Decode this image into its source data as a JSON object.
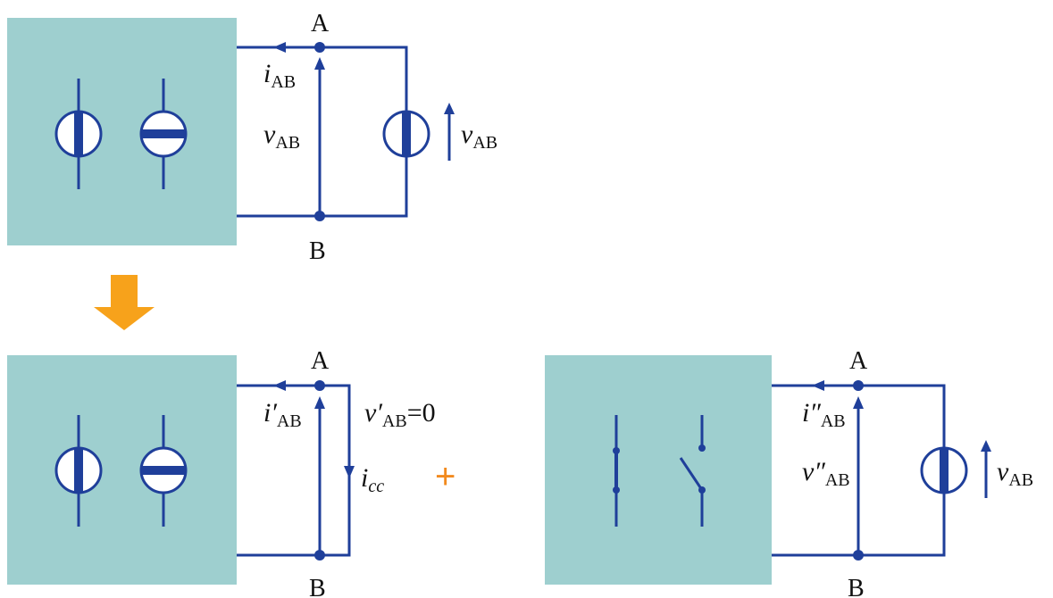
{
  "colors": {
    "box": "#9ecfcf",
    "wire": "#1f3f9a",
    "arrow_transform": "#f7a21b",
    "plus": "#f28a1e"
  },
  "top_circuit": {
    "node_a": "A",
    "node_b": "B",
    "current": {
      "var": "i",
      "sub": "AB"
    },
    "voltage": {
      "var": "v",
      "sub": "AB"
    },
    "source_voltage": {
      "var": "v",
      "sub": "AB"
    },
    "icons": [
      "current-source-icon",
      "voltage-source-icon"
    ]
  },
  "transform_arrow_icon": "down-arrow-icon",
  "bottom_left_circuit": {
    "node_a": "A",
    "node_b": "B",
    "current": {
      "var": "i′",
      "sub": "AB"
    },
    "voltage_eq": {
      "var": "v′",
      "sub": "AB",
      "rest": "=0"
    },
    "short_current": {
      "var": "i",
      "sub": "cc"
    },
    "icons": [
      "current-source-icon",
      "voltage-source-icon"
    ]
  },
  "plus_sign": "+",
  "bottom_right_circuit": {
    "node_a": "A",
    "node_b": "B",
    "current": {
      "var": "i″",
      "sub": "AB"
    },
    "voltage": {
      "var": "v″",
      "sub": "AB"
    },
    "source_voltage": {
      "var": "v",
      "sub": "AB"
    },
    "icons": [
      "short-circuit-icon",
      "open-switch-icon"
    ]
  }
}
